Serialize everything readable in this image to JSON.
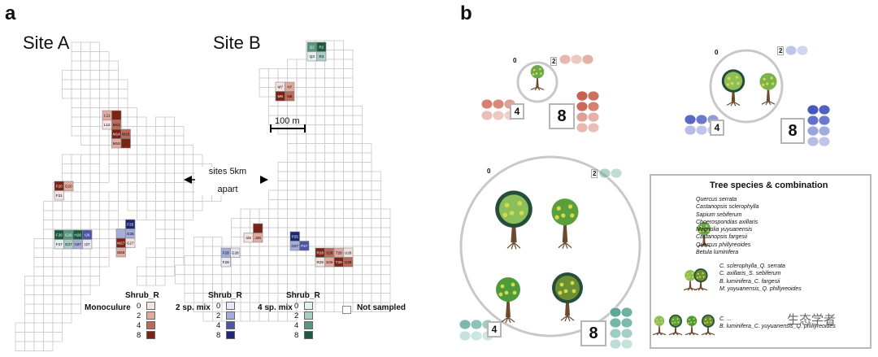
{
  "panel_a": {
    "letter": "a",
    "site_a": "Site A",
    "site_b": "Site B",
    "scale_bar": "100 m",
    "distance_label_1": "sites 5km",
    "distance_label_2": "apart",
    "legend": {
      "shrub_header": "Shrub_R",
      "monoculture_label": "Monoculure",
      "mix2_label": "2 sp. mix",
      "mix4_label": "4 sp. mix",
      "levels": [
        "0",
        "2",
        "4",
        "8"
      ],
      "not_sampled_label": "Not sampled",
      "colors": {
        "monoculture": [
          "#f4e3e0",
          "#e1aaa1",
          "#b96a5a",
          "#7a2418"
        ],
        "mix2": [
          "#e5e8f4",
          "#a5acd7",
          "#4a55a5",
          "#1e2872"
        ],
        "mix4": [
          "#e2efec",
          "#a9cdc4",
          "#58957f",
          "#1e5a40"
        ]
      }
    },
    "plot_labels": {
      "site_a": {
        "group1": [
          "L11",
          "L12",
          "M13",
          "M14",
          "M15",
          "M16"
        ],
        "group2": [
          "F20",
          "G20",
          "F21"
        ],
        "group3": [
          "F26",
          "G26",
          "H26",
          "I26",
          "F27",
          "G27",
          "H27",
          "I27"
        ],
        "group4": [
          "F25",
          "G25",
          "H25",
          "M27",
          "G27",
          "M28"
        ]
      },
      "site_b": {
        "group1": [
          "Q2",
          "R2",
          "Q3",
          "R3"
        ],
        "group2": [
          "M7",
          "N7",
          "M8",
          "N8"
        ],
        "group3": [
          "I25",
          "I26",
          "J26"
        ],
        "group4": [
          "F28",
          "G28",
          "F29"
        ],
        "group5": [
          "P25",
          "O27",
          "P27"
        ],
        "group6": [
          "R28",
          "S28",
          "T28",
          "U28",
          "R29",
          "S29",
          "T29",
          "U29"
        ]
      }
    }
  },
  "panel_b": {
    "letter": "b",
    "circle_labels": [
      "0",
      "2",
      "4",
      "8"
    ],
    "tree_box_title": "Tree species & combination",
    "species": [
      "Quercus serrata",
      "Castanopsis sclerophylla",
      "Sapium sebiferum",
      "Choerospondias axillaris",
      "Magnolia yuyuanensis",
      "Castanopsis fargesii",
      "Quercus phillyreoides",
      "Betula luminifera"
    ],
    "combos_2": [
      "C. sclerophylla_Q. serrata",
      "C. axillaris_S. sebiferum",
      "B. luminifera_C. fargesii",
      "M. yuyuanensis_Q. phillyreoides"
    ],
    "combos_4": [
      "C. ...",
      "B. luminifera_C. yuyuanensis_Q. phillyreoides"
    ],
    "shrub_colors": {
      "mono": "#c9614f",
      "mix2": "#4658c0",
      "mix4": "#5fa898"
    },
    "watermark": "生态学者"
  }
}
